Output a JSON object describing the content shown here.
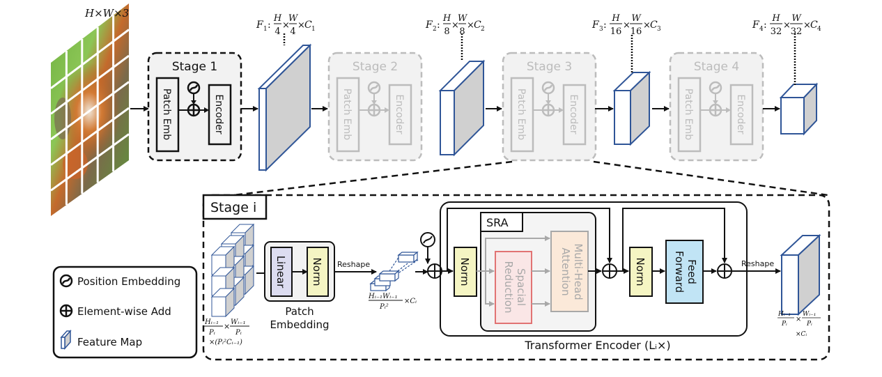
{
  "input": {
    "label": "H×W×3",
    "image_semantic": "red-panda-photo-split-into-patches"
  },
  "stages_top": [
    {
      "label": "Stage 1",
      "active": true,
      "patch_emb": "Patch Emb",
      "encoder": "Encoder"
    },
    {
      "label": "Stage 2",
      "active": false,
      "patch_emb": "Patch Emb",
      "encoder": "Encoder"
    },
    {
      "label": "Stage 3",
      "active": false,
      "patch_emb": "Patch Emb",
      "encoder": "Encoder"
    },
    {
      "label": "Stage 4",
      "active": false,
      "patch_emb": "Patch Emb",
      "encoder": "Encoder"
    }
  ],
  "feature_maps": [
    {
      "name": "F",
      "sub": "1",
      "h_den": "4",
      "w_den": "4",
      "c": "C",
      "c_sub": "1"
    },
    {
      "name": "F",
      "sub": "2",
      "h_den": "8",
      "w_den": "8",
      "c": "C",
      "c_sub": "2"
    },
    {
      "name": "F",
      "sub": "3",
      "h_den": "16",
      "w_den": "16",
      "c": "C",
      "c_sub": "3"
    },
    {
      "name": "F",
      "sub": "4",
      "h_den": "32",
      "w_den": "32",
      "c": "C",
      "c_sub": "4"
    }
  ],
  "frac_num_h": "H",
  "frac_num_w": "W",
  "stage_i": {
    "title": "Stage i",
    "input_shape": {
      "num1": "Hᵢ₋₁",
      "den1": "Pᵢ",
      "num2": "Wᵢ₋₁",
      "den2": "Pᵢ",
      "extra": "×(Pᵢ²Cᵢ₋₁)"
    },
    "patch_embedding": {
      "label_line1": "Patch",
      "label_line2": "Embedding",
      "linear": "Linear",
      "norm": "Norm"
    },
    "reshape1": "Reshape",
    "tokens_shape": {
      "num": "Hᵢ₋₁Wᵢ₋₁",
      "den": "Pᵢ²",
      "extra": "×Cᵢ"
    },
    "encoder": {
      "norm1": "Norm",
      "sra": "SRA",
      "spatial_reduction": [
        "Spacial",
        "Reduction"
      ],
      "mha": [
        "Multi-Head",
        "Attention"
      ],
      "norm2": "Norm",
      "ffn": [
        "Feed",
        "Forward"
      ],
      "caption": "Transformer Encoder (Lᵢ×)"
    },
    "reshape2": "Reshape",
    "output_shape": {
      "num1": "Hᵢ₋₁",
      "den1": "Pᵢ",
      "num2": "Wᵢ₋₁",
      "den2": "Pᵢ",
      "extra": "×Cᵢ"
    }
  },
  "legend": [
    {
      "icon": "position-embedding-icon",
      "label": "Position Embedding"
    },
    {
      "icon": "element-wise-add-icon",
      "label": "Element-wise Add"
    },
    {
      "icon": "feature-map-icon",
      "label": "Feature Map"
    }
  ],
  "colors": {
    "feature_map_stroke": "#2f5597",
    "feature_map_side": "#d0d0d0",
    "linear_fill": "#dcdcf0",
    "norm_fill": "#f5f5c3",
    "ffn_fill": "#c1e4f5",
    "sr_stroke": "#e06666",
    "sr_fill": "#fbe5e5",
    "mha_fill": "#fbe9d9",
    "stage_bg": "#f2f2f2",
    "faded": "#bfbfbf"
  }
}
